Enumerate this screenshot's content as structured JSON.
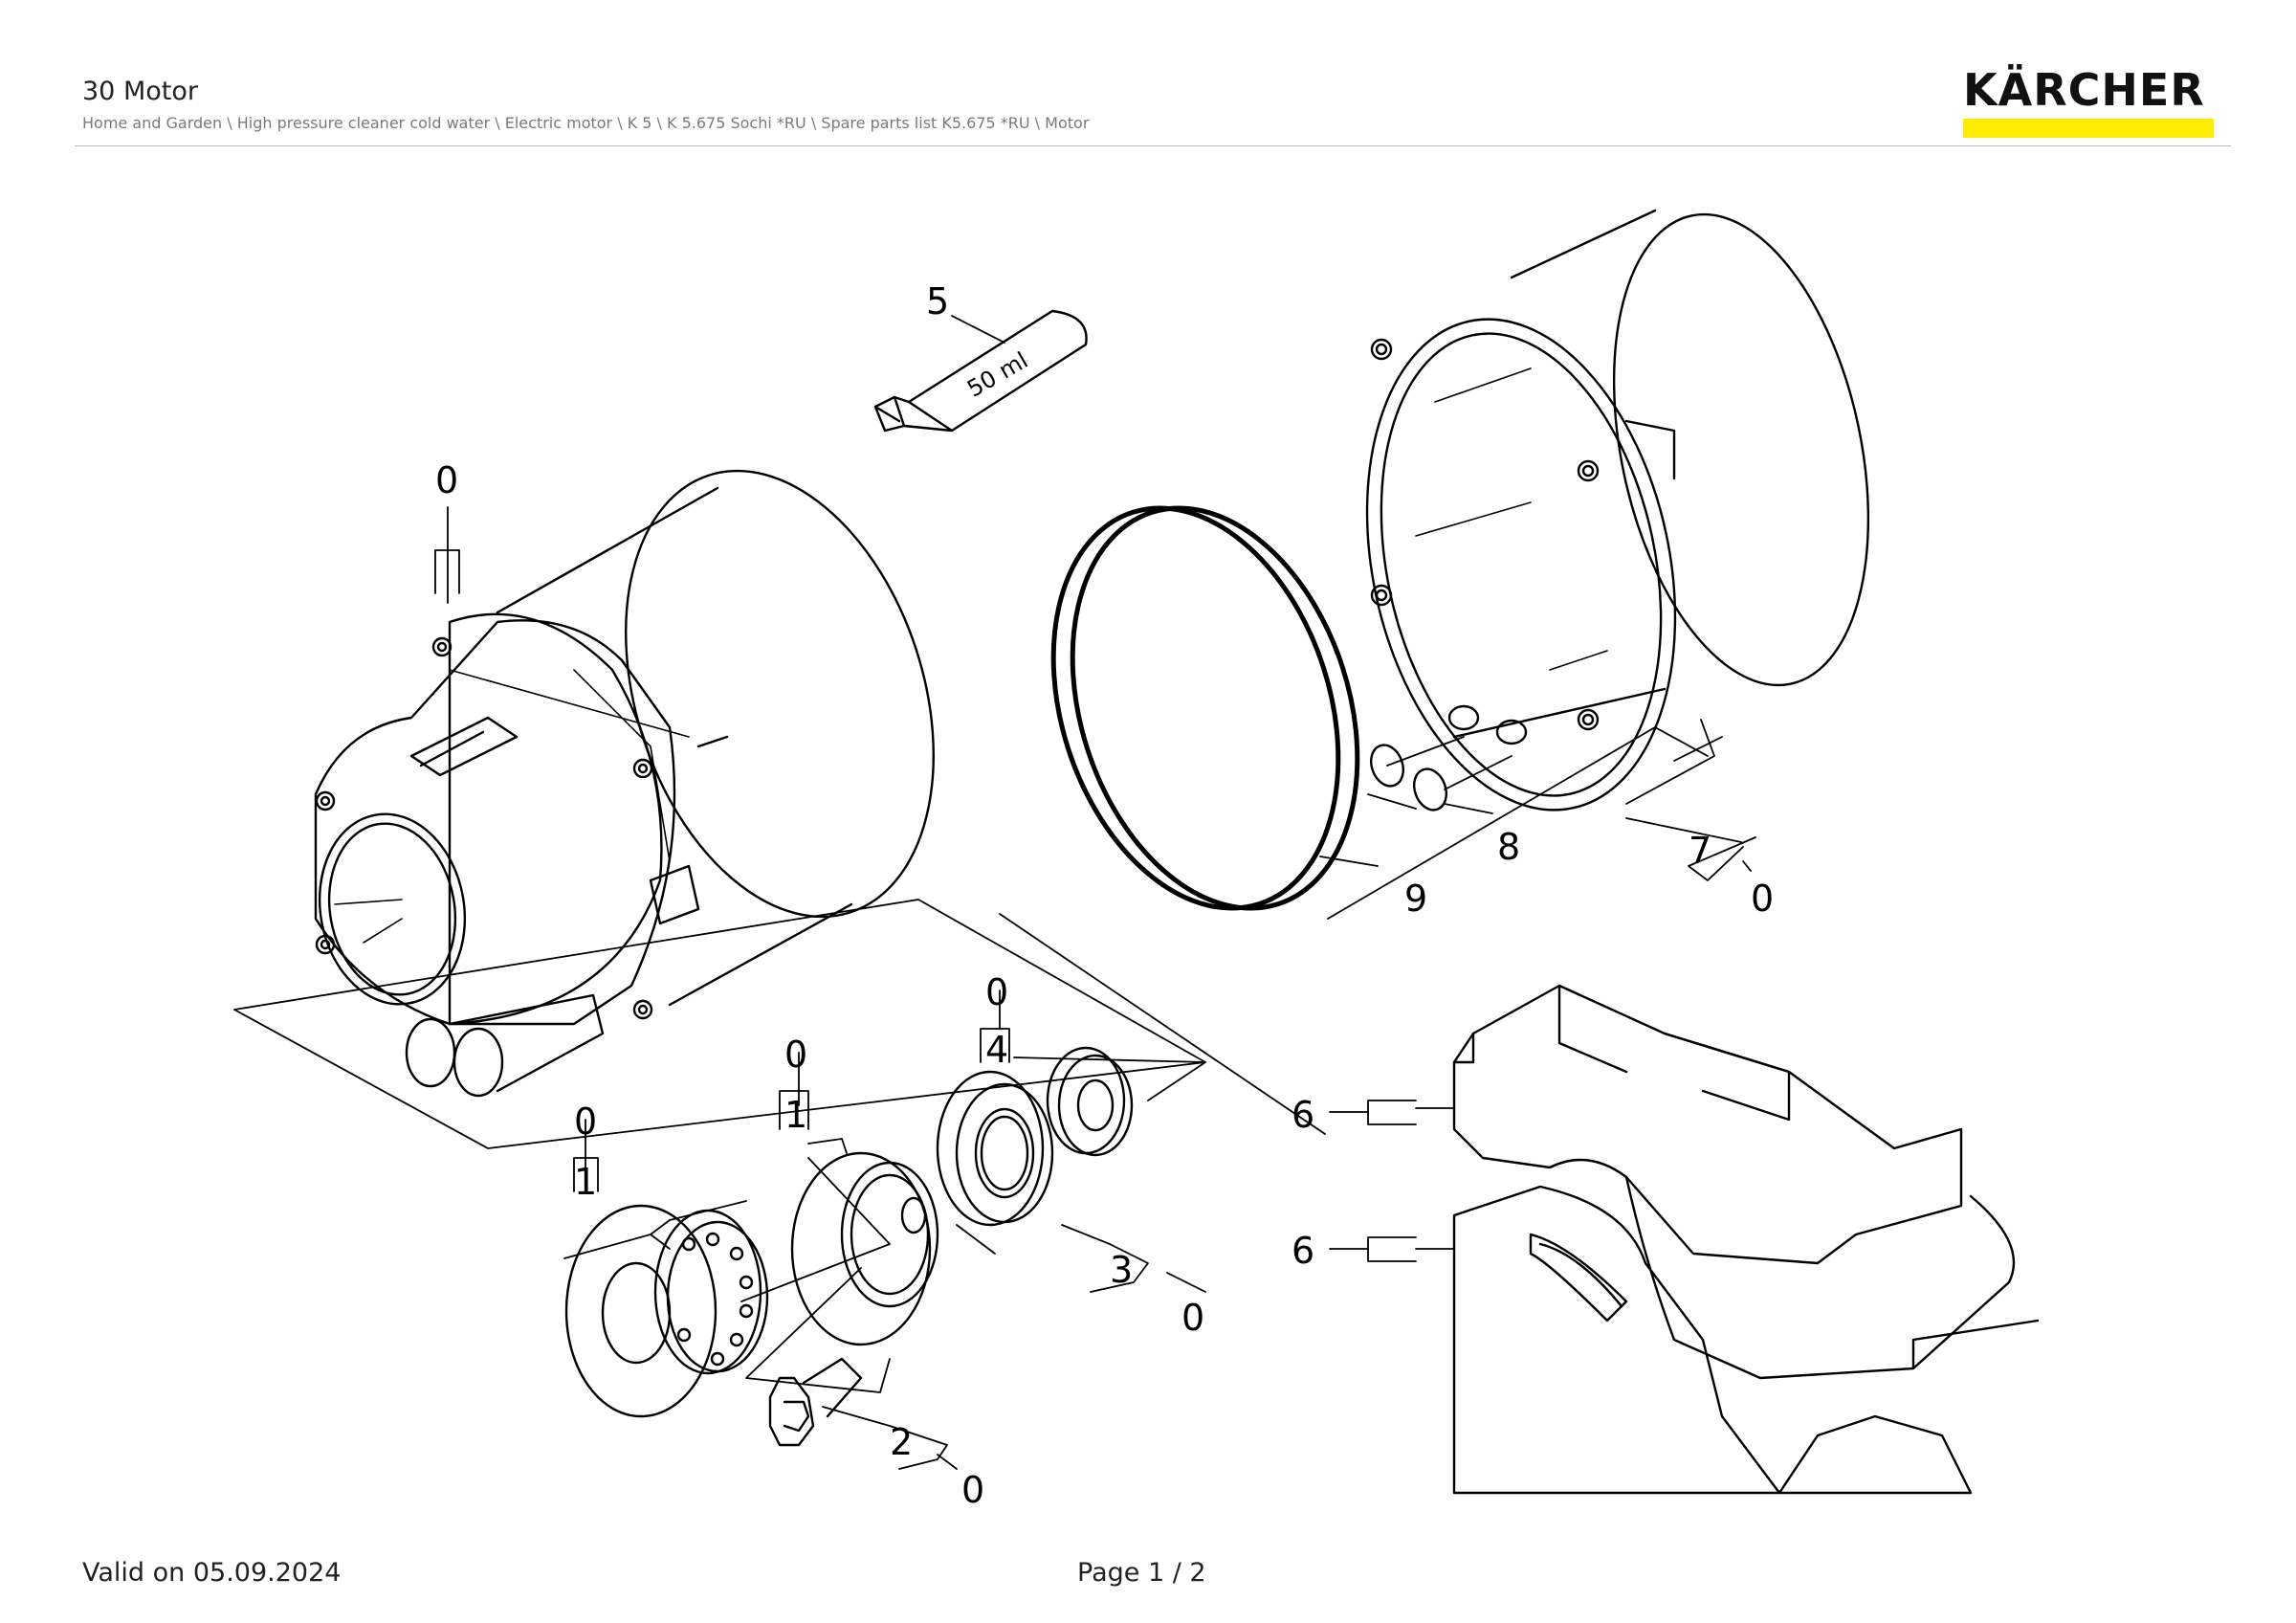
{
  "header": {
    "title": "30 Motor",
    "breadcrumb": "Home and Garden \\ High pressure cleaner cold water \\ Electric motor \\ K 5 \\ K 5.675 Sochi *RU \\ Spare parts list K5.675 *RU \\ Motor"
  },
  "brand": {
    "logo_text": "KÄRCHER",
    "accent_color": "#ffed00"
  },
  "drawing": {
    "tube_label": "50 ml",
    "callouts": {
      "c5": "5",
      "c0_housing": "0",
      "c0_bearing_a": "0",
      "c1_bearing_a": "1",
      "c0_bearing_b": "0",
      "c1_bearing_b": "1",
      "c0_seal": "0",
      "c4_seal": "4",
      "c3": "3",
      "c0_3": "0",
      "c2": "2",
      "c0_2": "0",
      "c6_top": "6",
      "c6_bottom": "6",
      "c8": "8",
      "c9": "9",
      "c7": "7",
      "c0_7": "0"
    }
  },
  "footer": {
    "valid": "Valid on 05.09.2024",
    "page": "Page 1 / 2"
  }
}
